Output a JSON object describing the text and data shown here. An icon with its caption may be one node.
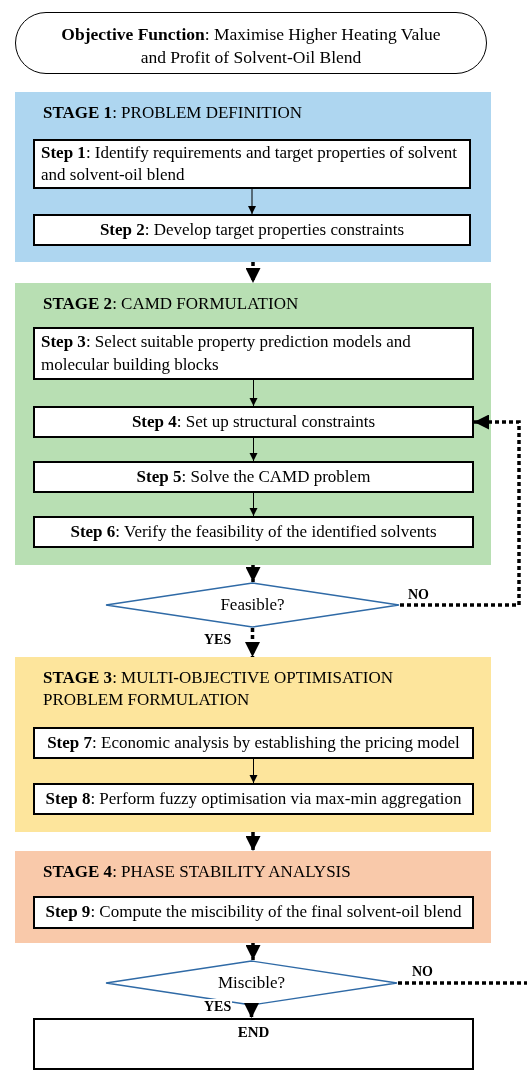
{
  "diagram": {
    "nodes": [
      {
        "text": [
          "**Objective Function**: Maximise Higher Heating Value and Profit of Solvent-Oil Blend"
        ]
      },
      {
        "text": [
          "**STAGE 1**: PROBLEM DEFINITION"
        ]
      },
      {
        "text": [
          "**Step 1**: Identify requirements and target properties of solvent and solvent-oil blend"
        ],
        "in": 1
      },
      {
        "text": [
          "**Step 2**: Develop target properties constraints"
        ],
        "in": 1
      },
      {
        "text": [
          "**STAGE 2**: CAMD FORMULATION"
        ]
      },
      {
        "text": [
          "**Step 3**: Select suitable property prediction models and molecular building blocks"
        ],
        "in": 4
      },
      {
        "text": [
          "**Step 4**: Set up structural constraints"
        ],
        "in": 4
      },
      {
        "text": [
          "**Step 5**: Solve the CAMD problem"
        ],
        "in": 4
      },
      {
        "text": [
          "**Step 6**: Verify the feasibility of the identified solvents"
        ],
        "in": 4
      },
      {
        "text": [
          "Feasible?"
        ]
      },
      {
        "text": [
          "**STAGE 3**: MULTI-OBJECTIVE OPTIMISATION PROBLEM FORMULATION"
        ]
      },
      {
        "text": [
          "**Step 7**: Economic analysis by establishing the pricing model"
        ],
        "in": 10
      },
      {
        "text": [
          "**Step 8**: Perform fuzzy optimisation via max-min aggregation"
        ],
        "in": 10
      },
      {
        "text": [
          "**STAGE 4**: PHASE STABILITY ANALYSIS"
        ]
      },
      {
        "text": [
          "**Step 9**: Compute the miscibility of the final solvent-oil blend"
        ],
        "in": 13
      },
      {
        "text": [
          "Miscible?"
        ]
      },
      {
        "text": [
          "END"
        ]
      }
    ],
    "edges": [
      {
        "from": 2,
        "to": 3,
        "arrow": "to"
      },
      {
        "from": 1,
        "to": 4,
        "arrow": "to",
        "style": "dashed"
      },
      {
        "from": 5,
        "to": 6,
        "arrow": "to"
      },
      {
        "from": 6,
        "to": 7,
        "arrow": "to"
      },
      {
        "from": 7,
        "to": 8,
        "arrow": "to"
      },
      {
        "from": 4,
        "to": 9,
        "arrow": "to",
        "style": "dashed"
      },
      {
        "from": 9,
        "to": 6,
        "arrow": "to",
        "style": "dashed",
        "label": "NO"
      },
      {
        "from": 9,
        "to": 10,
        "arrow": "to",
        "style": "dashed",
        "label": "YES"
      },
      {
        "from": 11,
        "to": 12,
        "arrow": "to"
      },
      {
        "from": 10,
        "to": 13,
        "arrow": "to",
        "style": "dashed"
      },
      {
        "from": 13,
        "to": 15,
        "arrow": "to",
        "style": "dashed"
      },
      {
        "from": 15,
        "to": null,
        "arrow": "none",
        "style": "dashed",
        "label": "NO"
      },
      {
        "from": 15,
        "to": 16,
        "arrow": "to",
        "style": "dashed",
        "label": "YES"
      }
    ]
  }
}
